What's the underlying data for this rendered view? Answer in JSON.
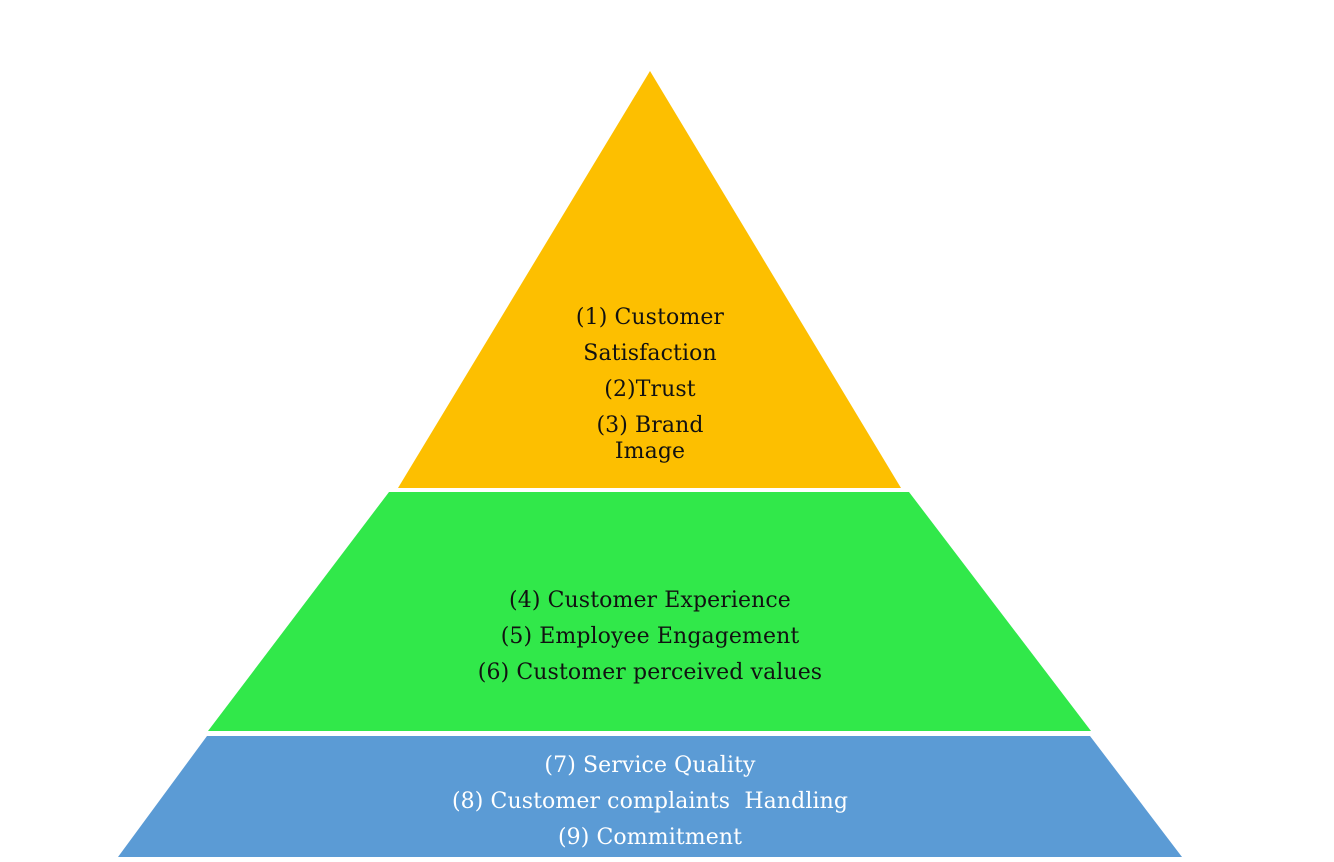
{
  "diagram": {
    "levels": [
      {
        "id": "top",
        "color": "#FDBF00",
        "lines": [
          "(1) Customer",
          "Satisfaction",
          "(2)Trust",
          "(3) Brand",
          "Image"
        ]
      },
      {
        "id": "middle",
        "color": "#31E84A",
        "lines": [
          "(4) Customer Experience",
          "(5) Employee Engagement",
          "(6) Customer perceived values"
        ]
      },
      {
        "id": "bottom",
        "color": "#5B9BD5",
        "lines": [
          "(7) Service Quality",
          "(8) Customer complaints  Handling",
          "(9) Commitment"
        ]
      }
    ]
  }
}
